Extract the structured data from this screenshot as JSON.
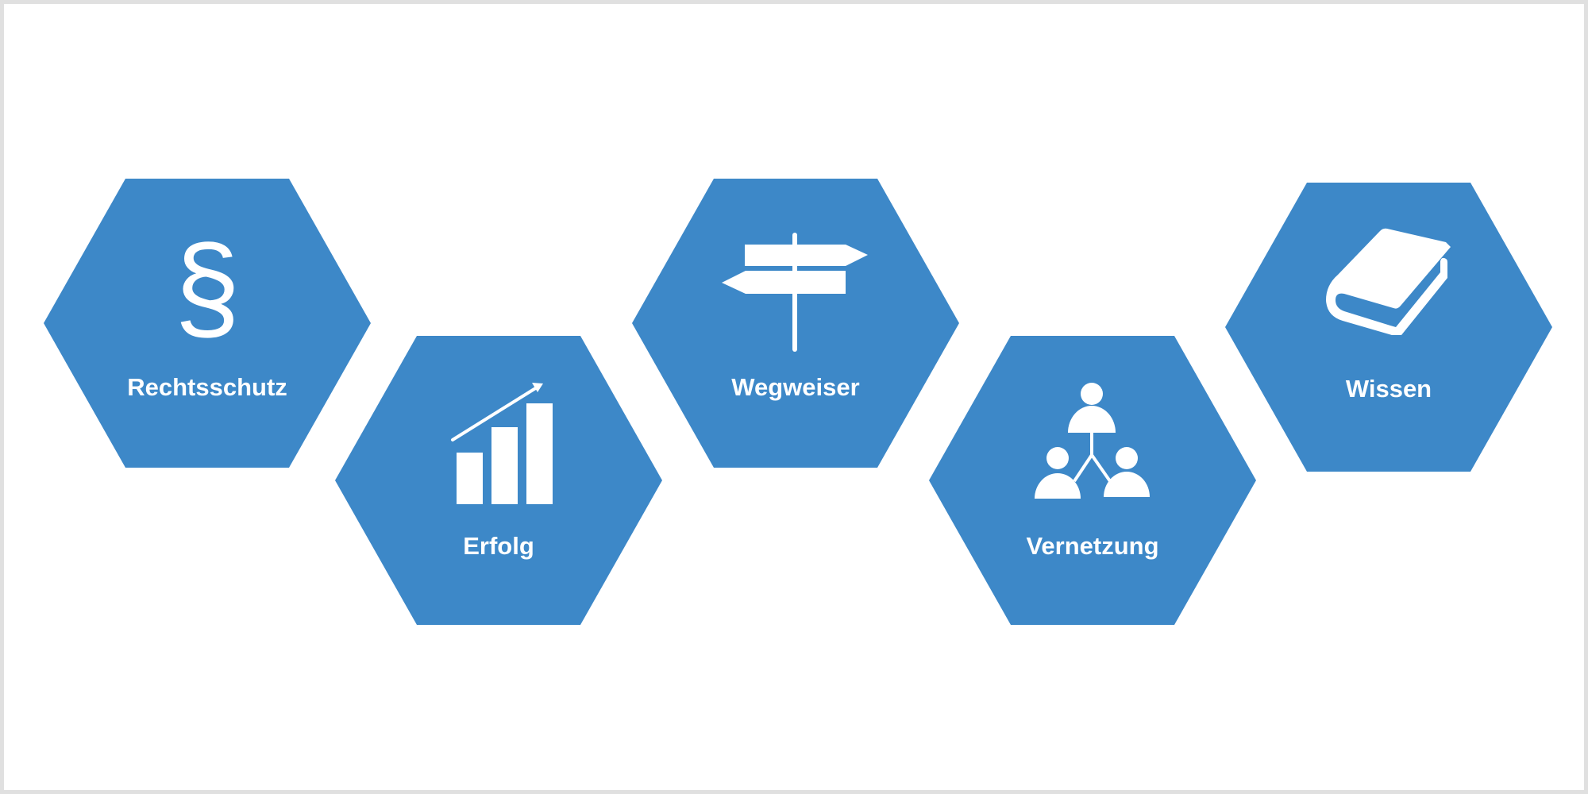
{
  "colors": {
    "hexagon_fill": "#3d88c8",
    "icon_color": "#ffffff",
    "background": "#ffffff",
    "border": "#e0e0e0"
  },
  "hexagons": [
    {
      "label": "Rechtsschutz",
      "icon": "paragraph-icon",
      "glyph": "§"
    },
    {
      "label": "Erfolg",
      "icon": "bar-chart-growth-icon"
    },
    {
      "label": "Wegweiser",
      "icon": "signpost-icon"
    },
    {
      "label": "Vernetzung",
      "icon": "network-people-icon"
    },
    {
      "label": "Wissen",
      "icon": "book-icon"
    }
  ]
}
